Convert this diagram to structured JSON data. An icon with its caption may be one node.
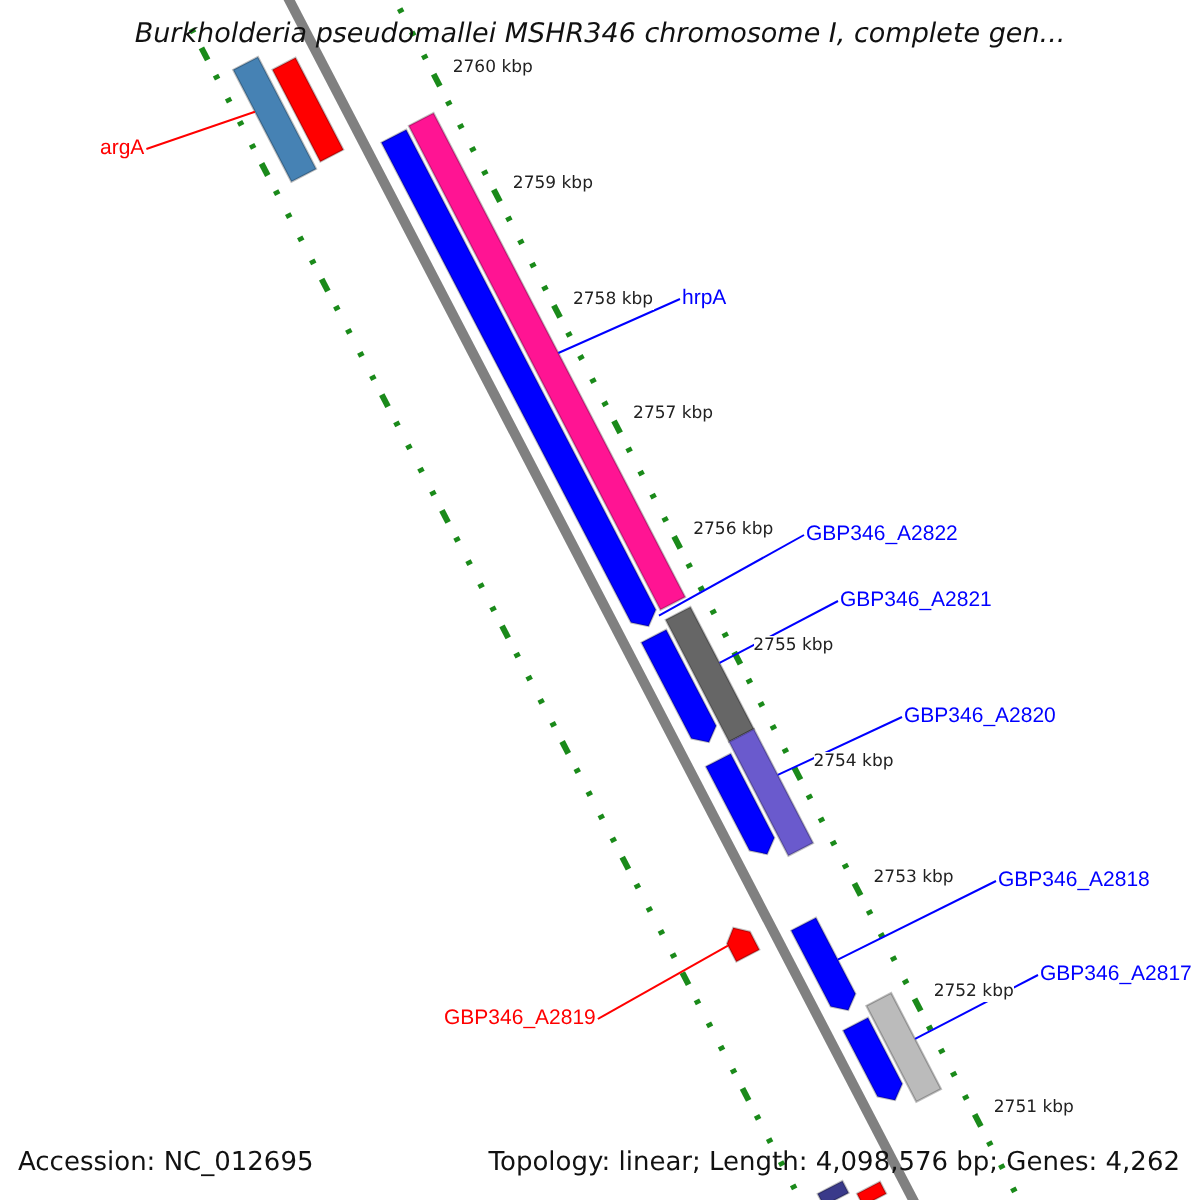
{
  "diagram": {
    "title": "Burkholderia pseudomallei MSHR346 chromosome I, complete gen...",
    "nodes": [
      {
        "text": [
          "argA"
        ]
      },
      {
        "text": [
          "hrpA"
        ]
      },
      {
        "text": [
          "GBP346_A2822"
        ]
      },
      {
        "text": [
          "GBP346_A2821"
        ]
      },
      {
        "text": [
          "GBP346_A2820"
        ]
      },
      {
        "text": [
          "GBP346_A2818"
        ]
      },
      {
        "text": [
          "GBP346_A2817"
        ]
      },
      {
        "text": [
          "GBP346_A2819"
        ]
      },
      {
        "text": [],
        "shape": "bar"
      },
      {
        "text": [],
        "shape": "bar"
      },
      {
        "text": [],
        "shape": "bar"
      },
      {
        "text": [],
        "shape": "bar"
      },
      {
        "text": [],
        "shape": "bar"
      },
      {
        "text": [],
        "shape": "bar"
      },
      {
        "text": [],
        "shape": "bar"
      },
      {
        "text": [],
        "shape": "bar"
      },
      {
        "text": [],
        "shape": "bar"
      },
      {
        "text": [],
        "shape": "bar"
      },
      {
        "text": [],
        "shape": "bar"
      },
      {
        "text": [],
        "shape": "bar"
      },
      {
        "text": [],
        "shape": "bar"
      },
      {
        "text": [],
        "shape": "bar"
      }
    ],
    "edges": [
      {
        "from": 0,
        "to": 8,
        "arrow": "none",
        "color": "#ff0000"
      },
      {
        "from": 1,
        "to": 10,
        "arrow": "none"
      },
      {
        "from": 2,
        "to": 11,
        "arrow": "none"
      },
      {
        "from": 3,
        "to": 13,
        "arrow": "none"
      },
      {
        "from": 4,
        "to": 15,
        "arrow": "none"
      },
      {
        "from": 5,
        "to": 17,
        "arrow": "none"
      },
      {
        "from": 6,
        "to": 19,
        "arrow": "none"
      },
      {
        "from": 7,
        "to": 16,
        "arrow": "none",
        "color": "#ff0000"
      }
    ],
    "labels": [
      "2760 kbp",
      "2759 kbp",
      "2758 kbp",
      "2757 kbp",
      "2756 kbp",
      "2755 kbp",
      "2754 kbp",
      "2753 kbp",
      "2752 kbp",
      "2751 kbp",
      "Accession: NC_012695",
      "Topology: linear; Length: 4,098,576 bp; Genes: 4,262"
    ]
  }
}
